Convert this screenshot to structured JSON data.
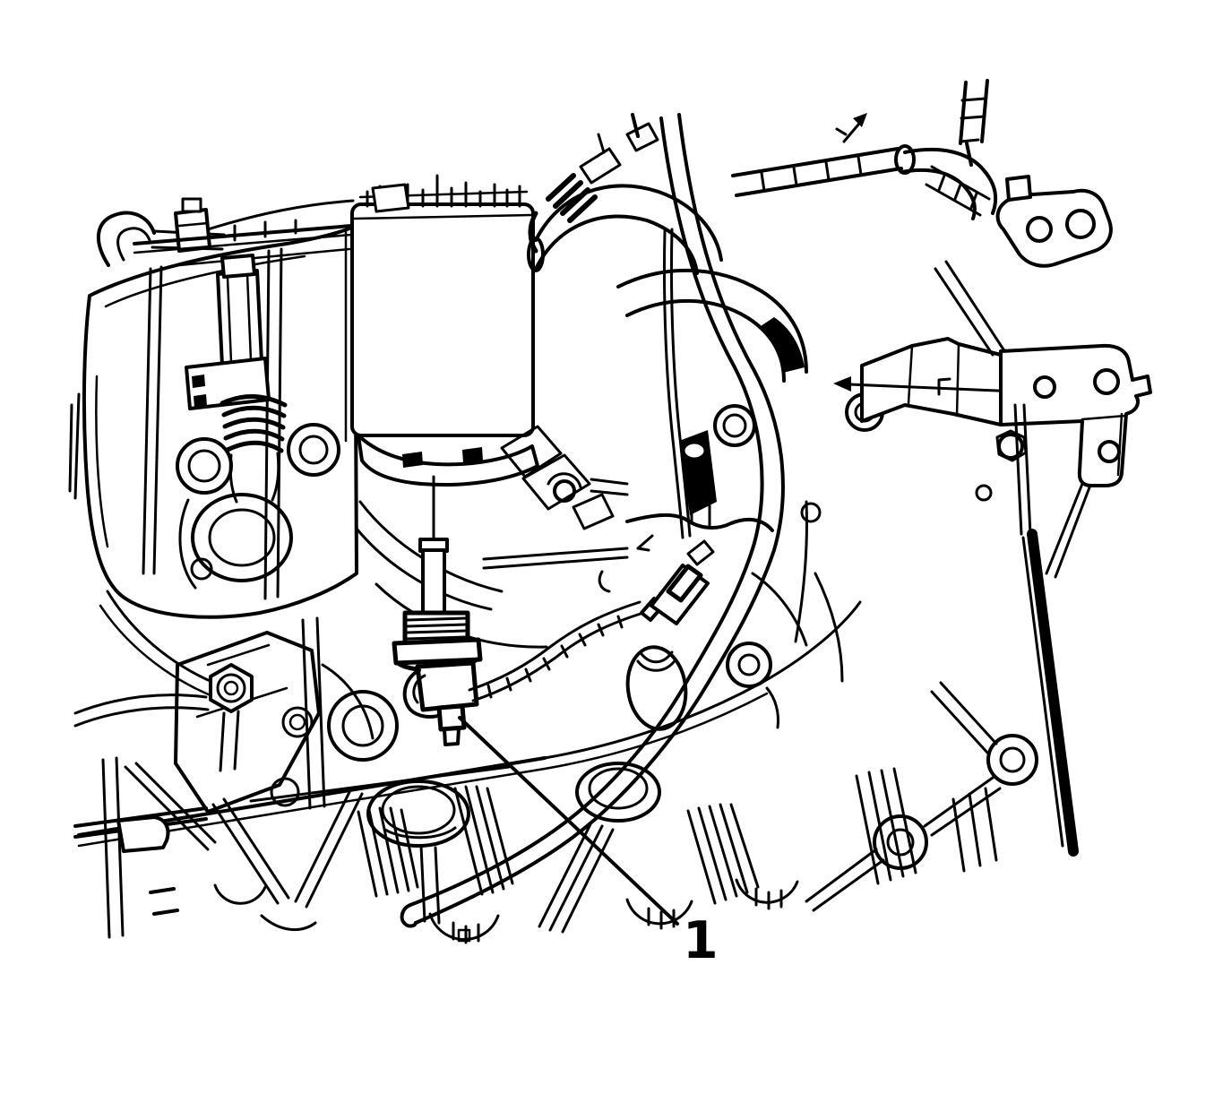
{
  "figure": {
    "kind": "engine-assembly-technical-line-illustration",
    "paper_color": "#ffffff",
    "ink_color": "#000000",
    "callouts": [
      {
        "label": "1",
        "target": "transmission-fluid-temperature-sensor"
      }
    ]
  }
}
